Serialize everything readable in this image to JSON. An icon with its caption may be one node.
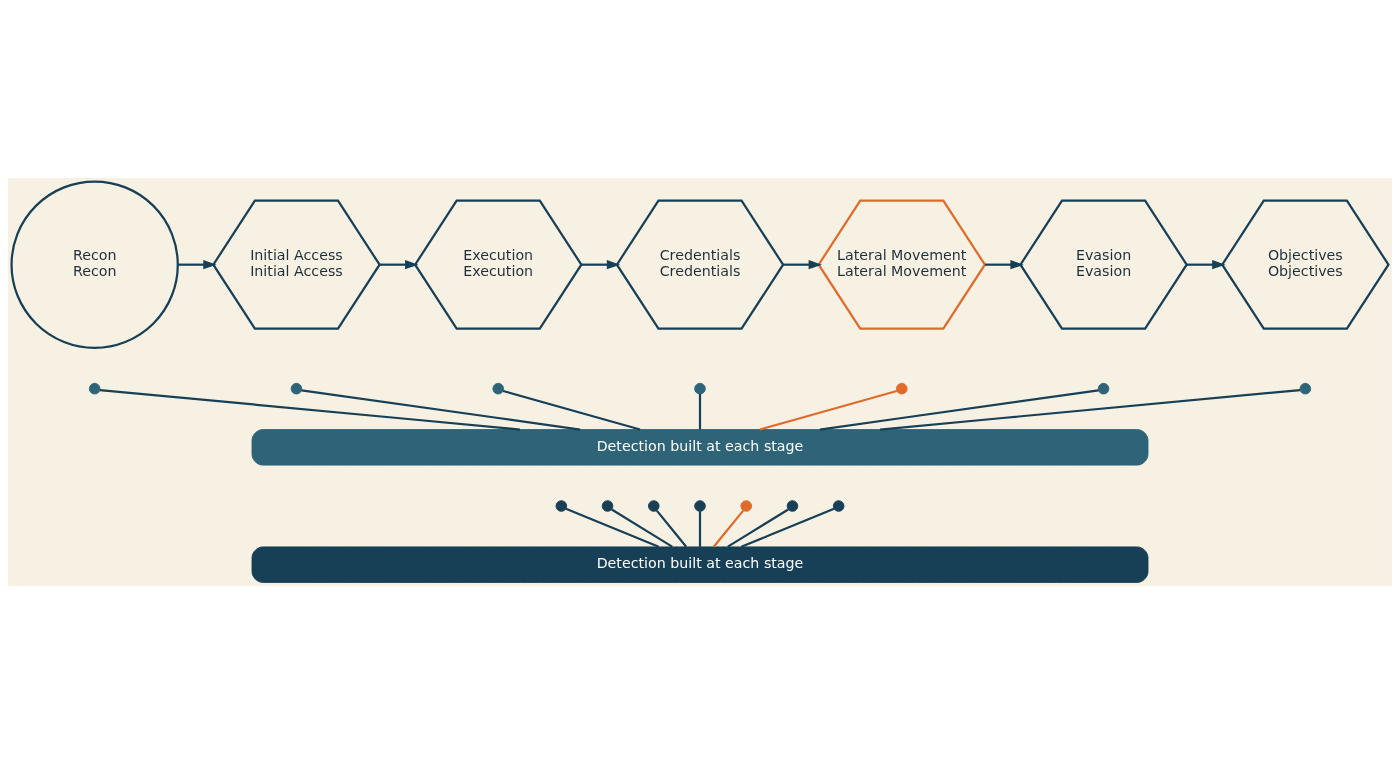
{
  "diagram": {
    "nodes": [
      {
        "text": [
          "Recon",
          "Recon"
        ]
      },
      {
        "text": [
          "Initial Access",
          "Initial Access"
        ]
      },
      {
        "text": [
          "Execution",
          "Execution"
        ]
      },
      {
        "text": [
          "Credentials",
          "Credentials"
        ]
      },
      {
        "text": [
          "Lateral Movement",
          "Lateral Movement"
        ]
      },
      {
        "text": [
          "Evasion",
          "Evasion"
        ]
      },
      {
        "text": [
          "Objectives",
          "Objectives"
        ]
      },
      {
        "text": [],
        "shape": "circle"
      },
      {
        "text": [],
        "shape": "circle"
      },
      {
        "text": [],
        "shape": "circle"
      },
      {
        "text": [],
        "shape": "circle"
      },
      {
        "text": [],
        "shape": "circle"
      },
      {
        "text": [],
        "shape": "circle"
      },
      {
        "text": [],
        "shape": "circle"
      },
      {
        "text": [
          "Detection built at each stage"
        ]
      },
      {
        "text": [],
        "shape": "circle"
      },
      {
        "text": [],
        "shape": "circle"
      },
      {
        "text": [],
        "shape": "circle"
      },
      {
        "text": [],
        "shape": "circle"
      },
      {
        "text": [],
        "shape": "circle"
      },
      {
        "text": [],
        "shape": "circle"
      },
      {
        "text": [],
        "shape": "circle"
      },
      {
        "text": [
          "Detection built at each stage"
        ]
      }
    ],
    "edges": [
      {
        "from": 0,
        "to": 1,
        "arrow": "to"
      },
      {
        "from": 1,
        "to": 2,
        "arrow": "to"
      },
      {
        "from": 2,
        "to": 3,
        "arrow": "to"
      },
      {
        "from": 3,
        "to": 4,
        "arrow": "to"
      },
      {
        "from": 4,
        "to": 5,
        "arrow": "to"
      },
      {
        "from": 5,
        "to": 6,
        "arrow": "to"
      },
      {
        "from": 7,
        "to": 14,
        "arrow": "none"
      },
      {
        "from": 8,
        "to": 14,
        "arrow": "none"
      },
      {
        "from": 9,
        "to": 14,
        "arrow": "none"
      },
      {
        "from": 10,
        "to": 14,
        "arrow": "none"
      },
      {
        "from": 11,
        "to": 14,
        "arrow": "none",
        "color": "#e06a2a"
      },
      {
        "from": 12,
        "to": 14,
        "arrow": "none"
      },
      {
        "from": 13,
        "to": 14,
        "arrow": "none"
      },
      {
        "from": 15,
        "to": 22,
        "arrow": "none"
      },
      {
        "from": 16,
        "to": 22,
        "arrow": "none"
      },
      {
        "from": 17,
        "to": 22,
        "arrow": "none"
      },
      {
        "from": 18,
        "to": 22,
        "arrow": "none"
      },
      {
        "from": 19,
        "to": 22,
        "arrow": "none",
        "color": "#e06a2a"
      },
      {
        "from": 20,
        "to": 22,
        "arrow": "none"
      },
      {
        "from": 21,
        "to": 22,
        "arrow": "none"
      }
    ]
  }
}
